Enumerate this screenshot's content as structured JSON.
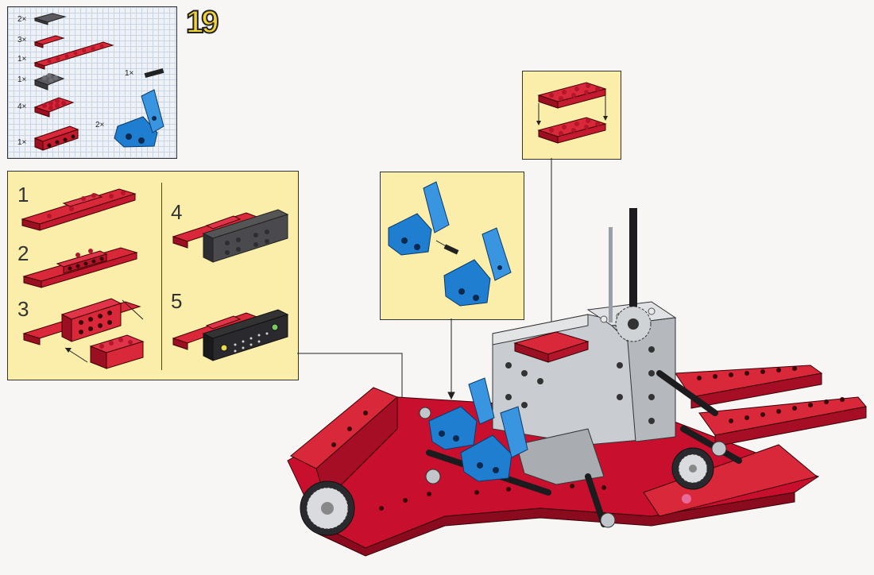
{
  "step": {
    "number": "19"
  },
  "parts": [
    {
      "qty": "2×",
      "color": "#4a4a4e",
      "icon": "gray-tile-2x2"
    },
    {
      "qty": "3×",
      "color": "#c8102e",
      "icon": "red-plate-1x4"
    },
    {
      "qty": "1×",
      "color": "#c8102e",
      "icon": "red-plate-1x8"
    },
    {
      "qty": "1×",
      "color": "#4a4a4e",
      "icon": "gray-plate-2x2"
    },
    {
      "qty": "4×",
      "color": "#c8102e",
      "icon": "red-plate-2x4"
    },
    {
      "qty": "1×",
      "color": "#c8102e",
      "icon": "red-beam-1x4"
    },
    {
      "qty": "1×",
      "color": "#222222",
      "icon": "black-pin"
    },
    {
      "qty": "2×",
      "color": "#1f7ed0",
      "icon": "blue-seat"
    }
  ],
  "substeps": [
    {
      "label": "1"
    },
    {
      "label": "2"
    },
    {
      "label": "3"
    },
    {
      "label": "4"
    },
    {
      "label": "5"
    }
  ],
  "colors": {
    "red": "#c8102e",
    "blue": "#1f7ed0",
    "gray": "#bfc3c8",
    "dark": "#3d3d40",
    "callout": "#fbeeaa"
  }
}
